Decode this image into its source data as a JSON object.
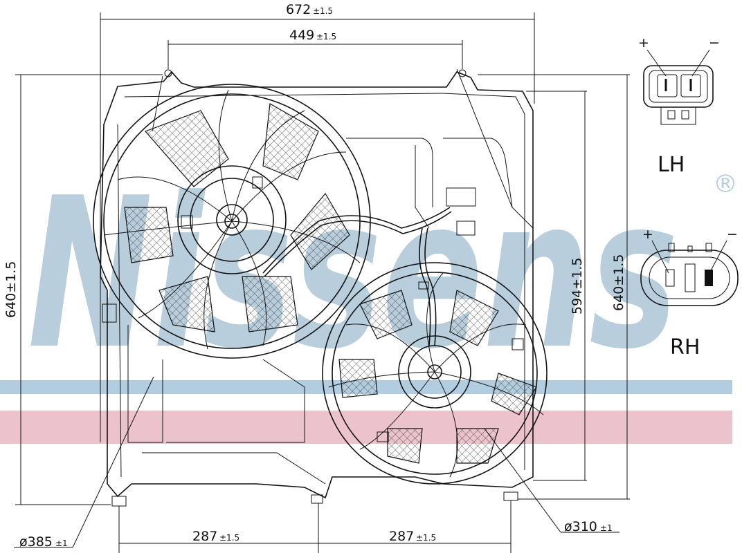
{
  "watermark": {
    "brand": "Nissens",
    "registered_mark": "®",
    "color": "#b8cedc",
    "band_blue": "#b3cde0",
    "band_pink": "#e9b7c4"
  },
  "dimensions": {
    "overall_width": "672",
    "overall_width_tol": "±1.5",
    "mount_spacing": "449",
    "mount_spacing_tol": "±1.5",
    "overall_height_left": "640±1.5",
    "inner_height": "594±1.5",
    "overall_height_right": "640±1.5",
    "bottom_left_spacing": "287",
    "bottom_left_tol": "±1.5",
    "bottom_right_spacing": "287",
    "bottom_right_tol": "±1.5",
    "large_fan_diameter": "ø385",
    "large_fan_tol": "±1",
    "small_fan_diameter": "ø310",
    "small_fan_tol": "±1"
  },
  "connectors": {
    "lh": {
      "label": "LH",
      "plus": "+",
      "minus": "−"
    },
    "rh": {
      "label": "RH",
      "plus": "+",
      "minus": "−"
    }
  }
}
